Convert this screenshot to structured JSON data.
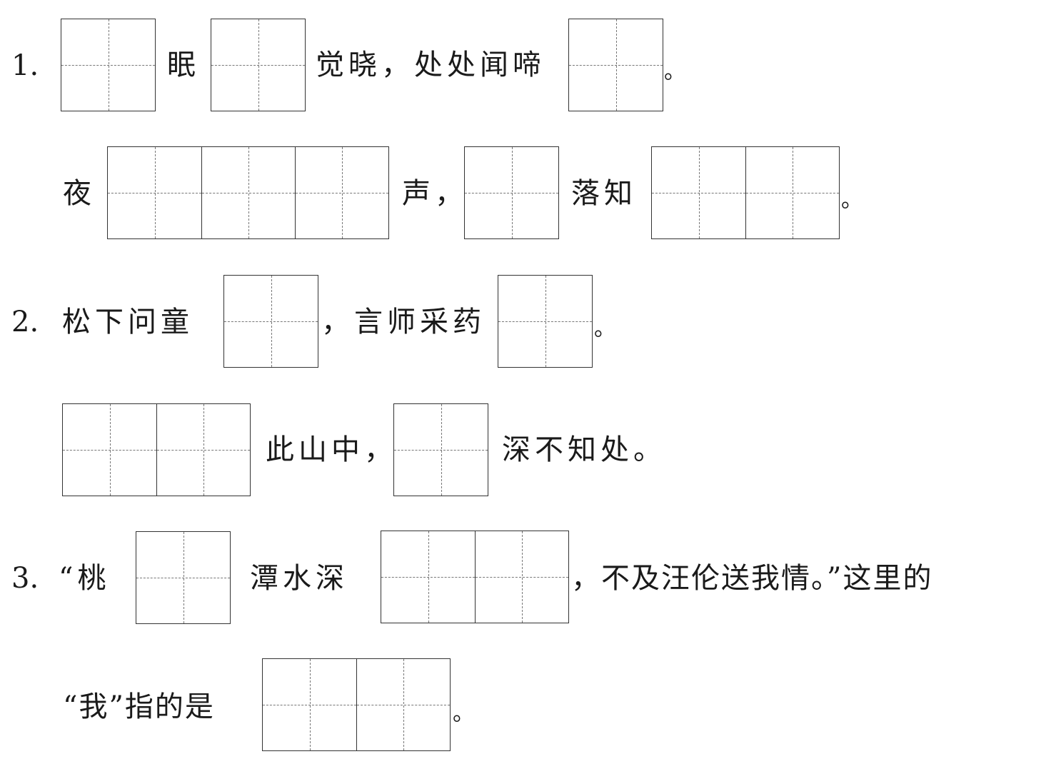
{
  "q1": {
    "number": "1.",
    "line1": {
      "t1": "眠",
      "t2": "觉晓，处处闻啼",
      "t3": "。"
    },
    "line2": {
      "t1": "夜",
      "t2": "声，",
      "t3": "落知",
      "t4": "。"
    }
  },
  "q2": {
    "number": "2.",
    "line1": {
      "t1": "松下问童",
      "t2": "，言师采药",
      "t3": "。"
    },
    "line2": {
      "t1": "此山中，",
      "t2": "深不知处。"
    }
  },
  "q3": {
    "number": "3.",
    "line1": {
      "t1": "“桃",
      "t2": "潭水深",
      "t3": "，不及汪伦送我情。”这里的"
    },
    "line2": {
      "t1": "“我”指的是",
      "t2": "。"
    }
  }
}
